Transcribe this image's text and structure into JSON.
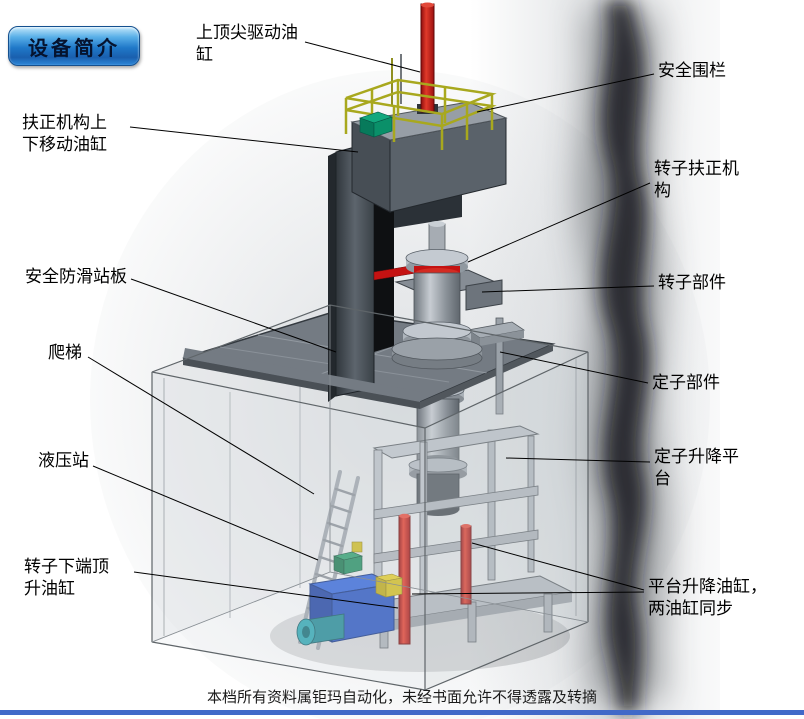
{
  "badge": {
    "label": "设备简介"
  },
  "labels": [
    {
      "id": "top-spindle-cylinder",
      "text": "上顶尖驱动油\n缸"
    },
    {
      "id": "safety-fence",
      "text": "安全围栏"
    },
    {
      "id": "centering-lift-cylinder",
      "text": "扶正机构上\n下移动油缸"
    },
    {
      "id": "rotor-centering-mechanism",
      "text": "转子扶正机\n构"
    },
    {
      "id": "anti-slip-platform",
      "text": "安全防滑站板"
    },
    {
      "id": "rotor-component",
      "text": "转子部件"
    },
    {
      "id": "ladder",
      "text": "爬梯"
    },
    {
      "id": "stator-component",
      "text": "定子部件"
    },
    {
      "id": "hydraulic-station",
      "text": "液压站"
    },
    {
      "id": "stator-lifting-platform",
      "text": "定子升降平\n台"
    },
    {
      "id": "rotor-bottom-jack-cylinder",
      "text": "转子下端顶\n升油缸"
    },
    {
      "id": "platform-lift-cylinders",
      "text": "平台升降油缸，\n两油缸同步"
    }
  ],
  "footer": {
    "text": "本档所有资料属钜玛自动化，未经书面允许不得透露及转摘"
  },
  "colors": {
    "badge_blue": "#2a7fd4",
    "cylinder_red": "#c41212",
    "railing_yellow": "#a8a81e",
    "hydraulic_blue": "#2450bd",
    "bottom_bar_blue": "#4169c8"
  }
}
